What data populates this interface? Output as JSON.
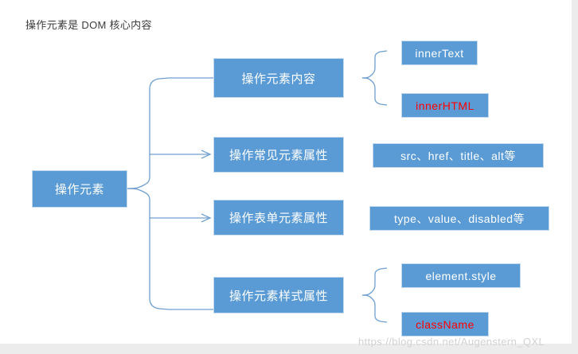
{
  "diagram": {
    "title": "操作元素是 DOM 核心内容",
    "root": {
      "label": "操作元素"
    },
    "branches": [
      {
        "label": "操作元素内容",
        "children": [
          {
            "label": "innerText",
            "text_color": "#ffffff"
          },
          {
            "label": "innerHTML",
            "text_color": "#ff0000"
          }
        ]
      },
      {
        "label": "操作常见元素属性",
        "children": [
          {
            "label": "src、href、title、alt等",
            "text_color": "#ffffff"
          }
        ]
      },
      {
        "label": "操作表单元素属性",
        "children": [
          {
            "label": "type、value、disabled等",
            "text_color": "#ffffff"
          }
        ]
      },
      {
        "label": "操作元素样式属性",
        "children": [
          {
            "label": "element.style",
            "text_color": "#ffffff"
          },
          {
            "label": "className",
            "text_color": "#ff0000"
          }
        ]
      }
    ],
    "colors": {
      "node_fill": "#5b9bd5",
      "node_border": "#c3d9ee",
      "connector": "#6f9fd0",
      "canvas": "#ffffff",
      "page_background": "#ececec",
      "title_text": "#3c3c3c",
      "watermark_text": "#d2d2d2"
    },
    "watermark": "https://blog.csdn.net/Augenstern_QXL"
  }
}
